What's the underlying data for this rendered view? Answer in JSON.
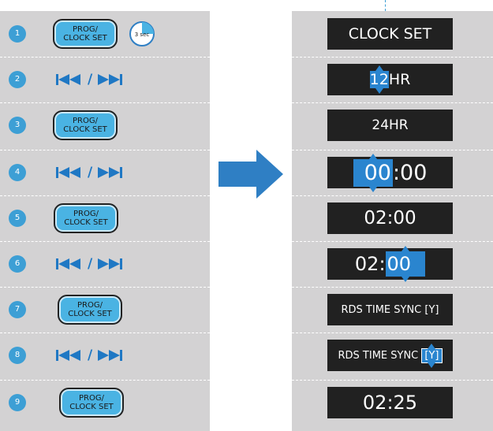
{
  "steps": [
    {
      "num": "1",
      "kind": "prog",
      "timer": "3 sec"
    },
    {
      "num": "2",
      "kind": "nav"
    },
    {
      "num": "3",
      "kind": "prog"
    },
    {
      "num": "4",
      "kind": "nav"
    },
    {
      "num": "5",
      "kind": "prog"
    },
    {
      "num": "6",
      "kind": "nav"
    },
    {
      "num": "7",
      "kind": "prog"
    },
    {
      "num": "8",
      "kind": "nav"
    },
    {
      "num": "9",
      "kind": "prog"
    }
  ],
  "button": {
    "line1": "PROG/",
    "line2": "CLOCK SET"
  },
  "nav_separator": "/",
  "displays": [
    {
      "pre": "CLOCK SET",
      "hl": "",
      "post": ""
    },
    {
      "pre": "",
      "hl": "12",
      "post": "HR"
    },
    {
      "pre": "24HR",
      "hl": "",
      "post": ""
    },
    {
      "pre": "",
      "hl": "00",
      "post": ":00"
    },
    {
      "pre": "02:00",
      "hl": "",
      "post": ""
    },
    {
      "pre": "02:",
      "hl": "00",
      "post": ""
    },
    {
      "pre": "RDS TIME SYNC [Y]",
      "hl": "",
      "post": ""
    },
    {
      "pre": "RDS TIME SYNC ",
      "hl": "[Y]",
      "post": ""
    },
    {
      "pre": "02:25",
      "hl": "",
      "post": ""
    }
  ],
  "colors": {
    "panel": "#d3d2d3",
    "accent": "#3d9fd5",
    "button": "#4ab3e3",
    "lcd": "#212121",
    "arrow": "#2f7fc4"
  }
}
